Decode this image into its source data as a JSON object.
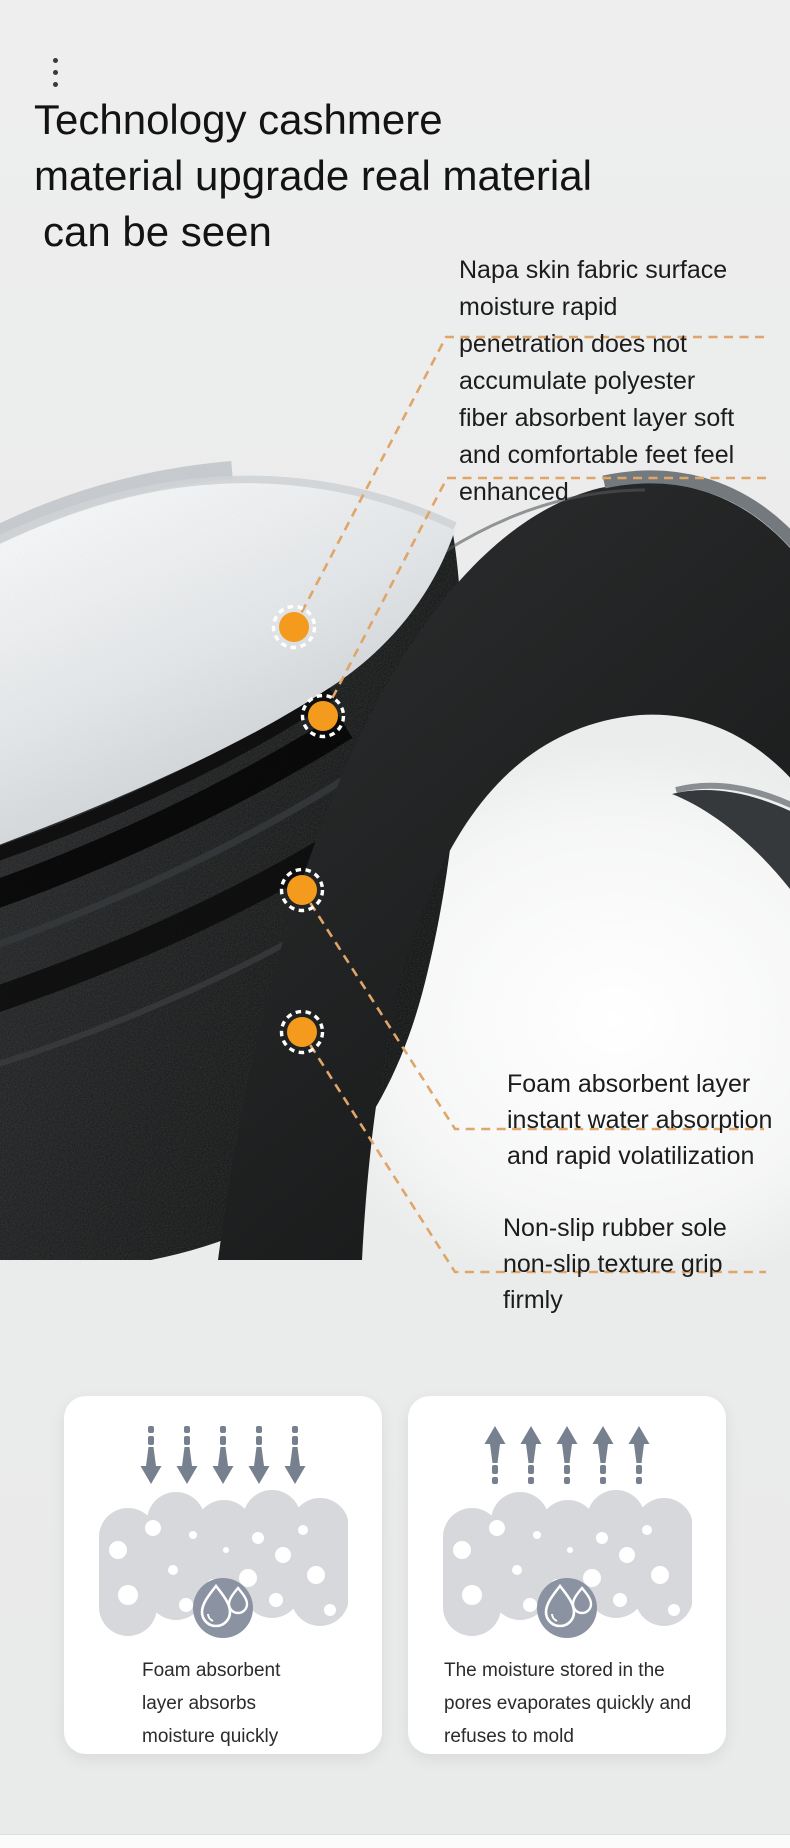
{
  "header": {
    "title_lines": [
      "Technology cashmere",
      "material upgrade real material",
      "can be seen"
    ]
  },
  "annotations": {
    "napa": {
      "lines": [
        "Napa skin fabric surface",
        "moisture rapid",
        "penetration does not",
        "accumulate polyester",
        "fiber absorbent layer soft",
        "and comfortable feet feel",
        "enhanced"
      ]
    },
    "foam": {
      "lines": [
        "Foam absorbent layer",
        "instant water absorption",
        "and rapid volatilization"
      ]
    },
    "nonslip": {
      "lines": [
        "Non-slip rubber sole",
        "non-slip texture grip",
        "firmly"
      ]
    }
  },
  "cards": [
    {
      "icon": "arrows-down",
      "lines": [
        "Foam absorbent",
        "layer absorbs",
        "moisture quickly"
      ]
    },
    {
      "icon": "arrows-up",
      "lines": [
        "The moisture stored in the",
        "pores evaporates quickly and",
        "refuses to mold"
      ]
    }
  ],
  "colors": {
    "accent_orange": "#f49a1d",
    "dash_line": "#dfa569",
    "arrow_gray": "#76808f",
    "foam_gray": "#d6d8db",
    "badge_gray": "#8b93a2",
    "background": "#ebecec"
  }
}
